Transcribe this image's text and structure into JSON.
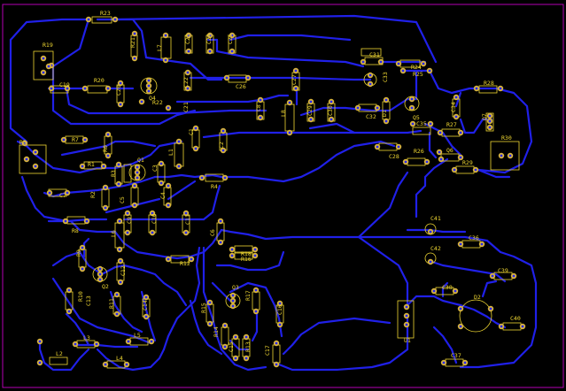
{
  "colors": {
    "background": "#000000",
    "board_outline": "#b400b4",
    "trace": "#2020e8",
    "pad": "#d8b43c",
    "pad_hole": "#2828f0",
    "silkscreen": "#f0d832"
  },
  "components": {
    "R23": "R23",
    "R21": "R21",
    "L7": "L7",
    "C23": "C23",
    "C24": "C24",
    "C25": "C25",
    "R19": "R19",
    "C19": "C19",
    "R20": "R20",
    "C20": "C20",
    "Q4": "Q4",
    "R22": "R22",
    "C22": "C22",
    "C26": "C26",
    "C27": "C27",
    "C31": "C31",
    "R24": "R24",
    "C33": "C33",
    "R28": "R28",
    "C34": "C34",
    "C8": "C8",
    "L8": "L8",
    "C29": "C29",
    "C30": "C30",
    "C32": "C32",
    "D1": "D1",
    "Q5": "Q5",
    "C35": "C35",
    "R27": "R27",
    "Q7": "Q7",
    "R30": "R30",
    "R5": "R5",
    "R7": "R7",
    "C1": "C1",
    "C2": "C2",
    "L1": "L1",
    "R6": "R6",
    "R1": "R1",
    "Q1": "Q1",
    "R3": "R3",
    "C3": "C3",
    "C4": "C4",
    "R2": "R2",
    "C7": "C7",
    "C5": "C5",
    "C28": "C28",
    "R26": "R26",
    "Q6": "Q6",
    "R29": "R29",
    "R4": "R4",
    "C9": "C9",
    "C10": "C10",
    "C11": "C11",
    "R8": "R8",
    "L6": "L6",
    "C41": "C41",
    "C42": "C42",
    "C36": "C36",
    "C6": "C6",
    "R12": "R12",
    "R9": "R9",
    "R18": "R18",
    "R16": "R16",
    "C39": "C39",
    "C12": "C12",
    "Q2": "Q2",
    "C38": "C38",
    "D2": "D2",
    "R10": "R10",
    "C13": "C13",
    "Q3": "Q3",
    "R11": "R11",
    "C14": "C14",
    "R17": "R17",
    "C16": "C16",
    "R15": "R15",
    "C40": "C40",
    "R14": "R14",
    "U1": "U1",
    "L3": "L3",
    "L5": "L5",
    "R13": "R13",
    "C15": "C15",
    "C17": "C17",
    "L2": "L2",
    "L4": "L4",
    "C37": "C37"
  }
}
